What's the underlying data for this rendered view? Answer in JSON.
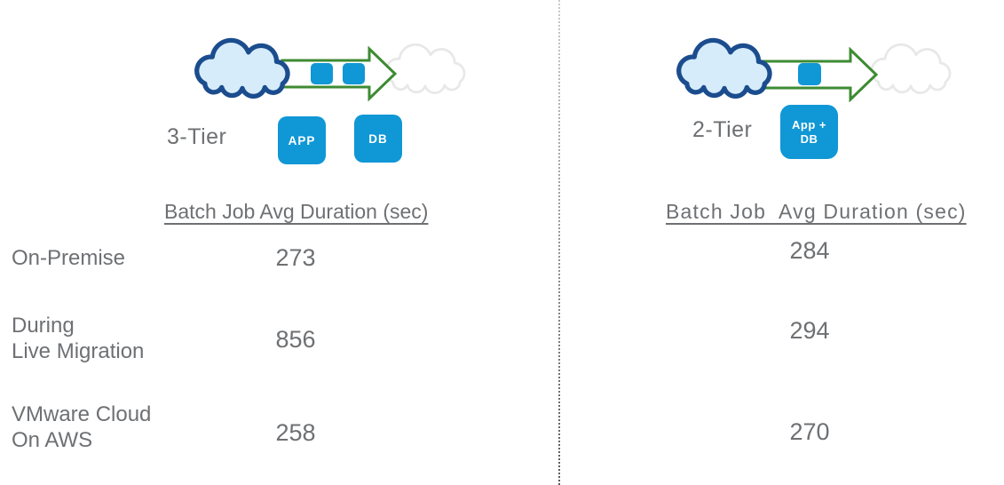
{
  "colors": {
    "background": "#ffffff",
    "text_gray": "#6e7073",
    "cloud_fill": "#d6ecfa",
    "cloud_border": "#1b4d8e",
    "ghost_cloud_border": "#e8e8e8",
    "arrow_green": "#3d8b33",
    "block_blue": "#1097d5",
    "block_text": "#ffffff"
  },
  "icons": {
    "source_cloud": "cloud-filled-icon",
    "target_cloud": "cloud-outline-icon",
    "migration_arrow": "arrow-right-icon",
    "vm_block": "vm-block-icon"
  },
  "left": {
    "tier_label": "3-Tier",
    "arrow_vm_blocks": 2,
    "blocks": [
      "APP",
      "DB"
    ],
    "table": {
      "header": "Batch Job Avg Duration (sec)",
      "rows": [
        {
          "label": [
            "On-Premise"
          ],
          "value": "273"
        },
        {
          "label": [
            "During",
            "Live Migration"
          ],
          "value": "856"
        },
        {
          "label": [
            "VMware Cloud",
            "On AWS"
          ],
          "value": "258"
        }
      ]
    }
  },
  "right": {
    "tier_label": "2-Tier",
    "arrow_vm_blocks": 1,
    "block_lines": [
      "App +",
      "DB"
    ],
    "table": {
      "header": "Batch Job  Avg Duration (sec)",
      "values": [
        "284",
        "294",
        "270"
      ]
    }
  },
  "chart_data": {
    "type": "table",
    "title": "Batch Job Avg Duration (sec)",
    "categories": [
      "On-Premise",
      "During Live Migration",
      "VMware Cloud On AWS"
    ],
    "series": [
      {
        "name": "3-Tier",
        "values": [
          273,
          856,
          258
        ]
      },
      {
        "name": "2-Tier",
        "values": [
          284,
          294,
          270
        ]
      }
    ]
  }
}
